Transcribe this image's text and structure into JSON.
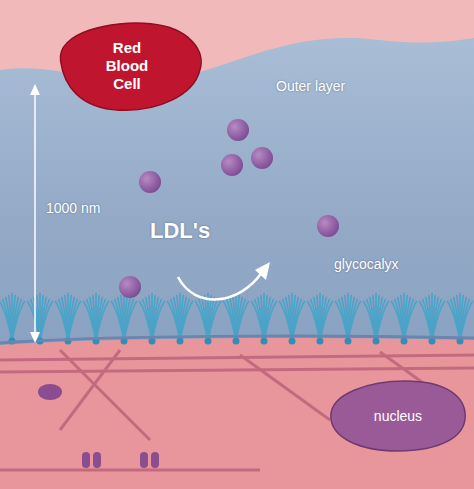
{
  "diagram": {
    "nodes": [
      {
        "text": [
          "Red Blood Cell"
        ]
      },
      {
        "text": [
          "nucleus"
        ]
      }
    ],
    "labels": [
      "Outer layer",
      "1000 nm",
      "LDL's",
      "glycocalyx"
    ]
  }
}
